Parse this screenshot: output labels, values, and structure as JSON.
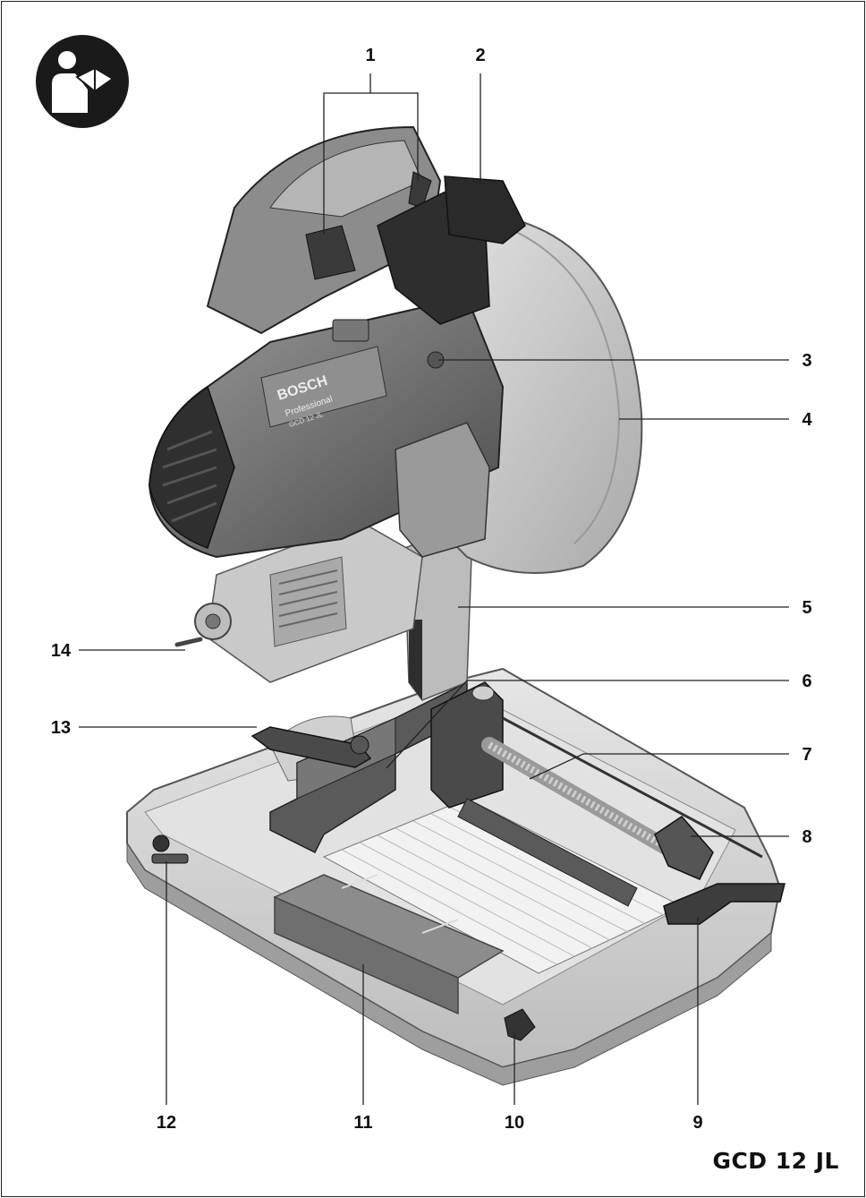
{
  "model": "GCD 12 JL",
  "brand_label": "BOSCH",
  "line_label": "Professional",
  "series_label": "GCD 12 JL",
  "callouts": [
    {
      "label": "1"
    },
    {
      "label": "2"
    },
    {
      "label": "3"
    },
    {
      "label": "4"
    },
    {
      "label": "5"
    },
    {
      "label": "6"
    },
    {
      "label": "7"
    },
    {
      "label": "8"
    },
    {
      "label": "9"
    },
    {
      "label": "10"
    },
    {
      "label": "11"
    },
    {
      "label": "12"
    },
    {
      "label": "13"
    },
    {
      "label": "14"
    }
  ],
  "colors": {
    "body_dark": "#3a3a3a",
    "body_mid": "#7a7a7a",
    "body_light": "#c8c8c8",
    "base_light": "#d9d9d9",
    "icon_bg": "#1a1a1a"
  }
}
